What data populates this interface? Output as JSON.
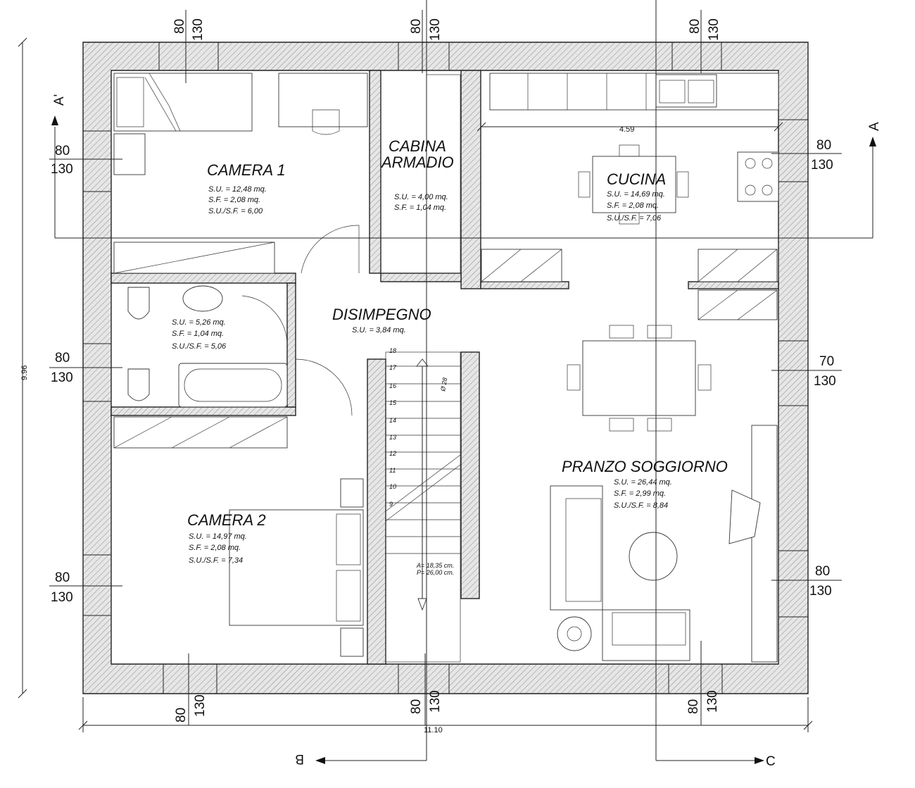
{
  "rooms": {
    "camera1": {
      "name": "CAMERA 1",
      "su": "S.U. = 12,48 mq.",
      "sf": "S.F. = 2,08 mq.",
      "ratio": "S.U./S.F. = 6,00"
    },
    "cabina": {
      "name1": "CABINA",
      "name2": "ARMADIO",
      "su": "S.U. = 4,00 mq.",
      "sf": "S.F. = 1,04 mq."
    },
    "cucina": {
      "name": "CUCINA",
      "su": "S.U. = 14,69 mq.",
      "sf": "S.F. = 2,08 mq.",
      "ratio": "S.U./S.F. = 7,06"
    },
    "bagno": {
      "su": "S.U. = 5,26 mq.",
      "sf": "S.F. = 1,04 mq.",
      "ratio": "S.U./S.F. = 5,06"
    },
    "disimpegno": {
      "name": "DISIMPEGNO",
      "su": "S.U. = 3,84 mq."
    },
    "pranzo": {
      "name": "PRANZO SOGGIORNO",
      "su": "S.U. = 26,44 mq.",
      "sf": "S.F. = 2,99 mq.",
      "ratio": "S.U./S.F. = 8,84"
    },
    "camera2": {
      "name": "CAMERA 2",
      "su": "S.U. = 14,97 mq.",
      "sf": "S.F. = 2,08 mq.",
      "ratio": "S.U./S.F. = 7,34"
    }
  },
  "window_dims": {
    "top_left": {
      "a": "80",
      "b": "130"
    },
    "top_mid": {
      "a": "80",
      "b": "130"
    },
    "top_right": {
      "a": "80",
      "b": "130"
    },
    "left_1": {
      "a": "80",
      "b": "130"
    },
    "left_2": {
      "a": "80",
      "b": "130"
    },
    "left_3": {
      "a": "80",
      "b": "130"
    },
    "right_1": {
      "a": "80",
      "b": "130"
    },
    "right_2": {
      "a": "70",
      "b": "130"
    },
    "right_3": {
      "a": "80",
      "b": "130"
    },
    "bottom_left": {
      "a": "80",
      "b": "130"
    },
    "bottom_mid": {
      "a": "80",
      "b": "130"
    },
    "bottom_right": {
      "a": "80",
      "b": "130"
    }
  },
  "dimensions": {
    "width": "11.10",
    "height": "9.96",
    "kitchen": "4.59"
  },
  "sections": {
    "a_left": "A'",
    "a_right": "A",
    "b": "B",
    "c": "C"
  },
  "stairs": {
    "steps": [
      "18",
      "17",
      "16",
      "15",
      "14",
      "13",
      "12",
      "11",
      "10",
      "9"
    ],
    "diameter": "Ø 28",
    "riser": "A= 18,35 cm.",
    "tread": "P= 26,00 cm."
  }
}
